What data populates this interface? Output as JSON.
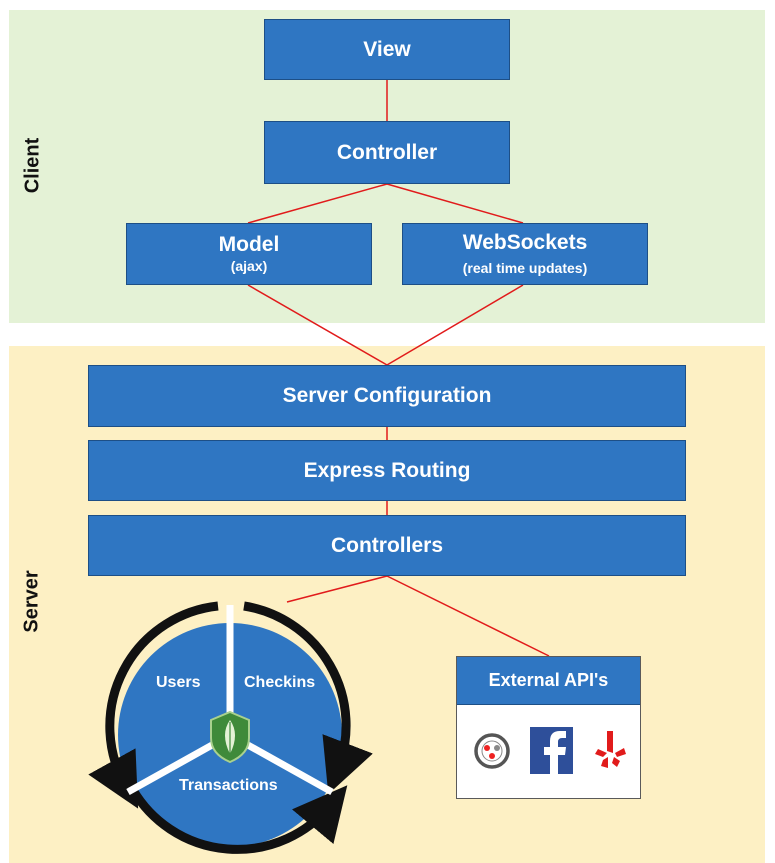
{
  "regions": {
    "client_label": "Client",
    "server_label": "Server"
  },
  "client": {
    "view": "View",
    "controller": "Controller",
    "model": "Model",
    "model_sub": "(ajax)",
    "websockets": "WebSockets",
    "websockets_sub": "(real time updates)"
  },
  "server": {
    "configuration": "Server Configuration",
    "routing": "Express Routing",
    "controllers": "Controllers"
  },
  "database": {
    "segments": [
      "Users",
      "Checkins",
      "Transactions"
    ],
    "logo_icon": "mongodb-leaf-icon"
  },
  "external": {
    "title": "External API's",
    "icons": [
      "foursquare-like-icon",
      "facebook-icon",
      "yelp-icon"
    ]
  },
  "colors": {
    "box_fill": "#2f76c2",
    "connector": "#e11b1b",
    "client_bg": "#e4f2d6",
    "server_bg": "#fdf0c4"
  }
}
